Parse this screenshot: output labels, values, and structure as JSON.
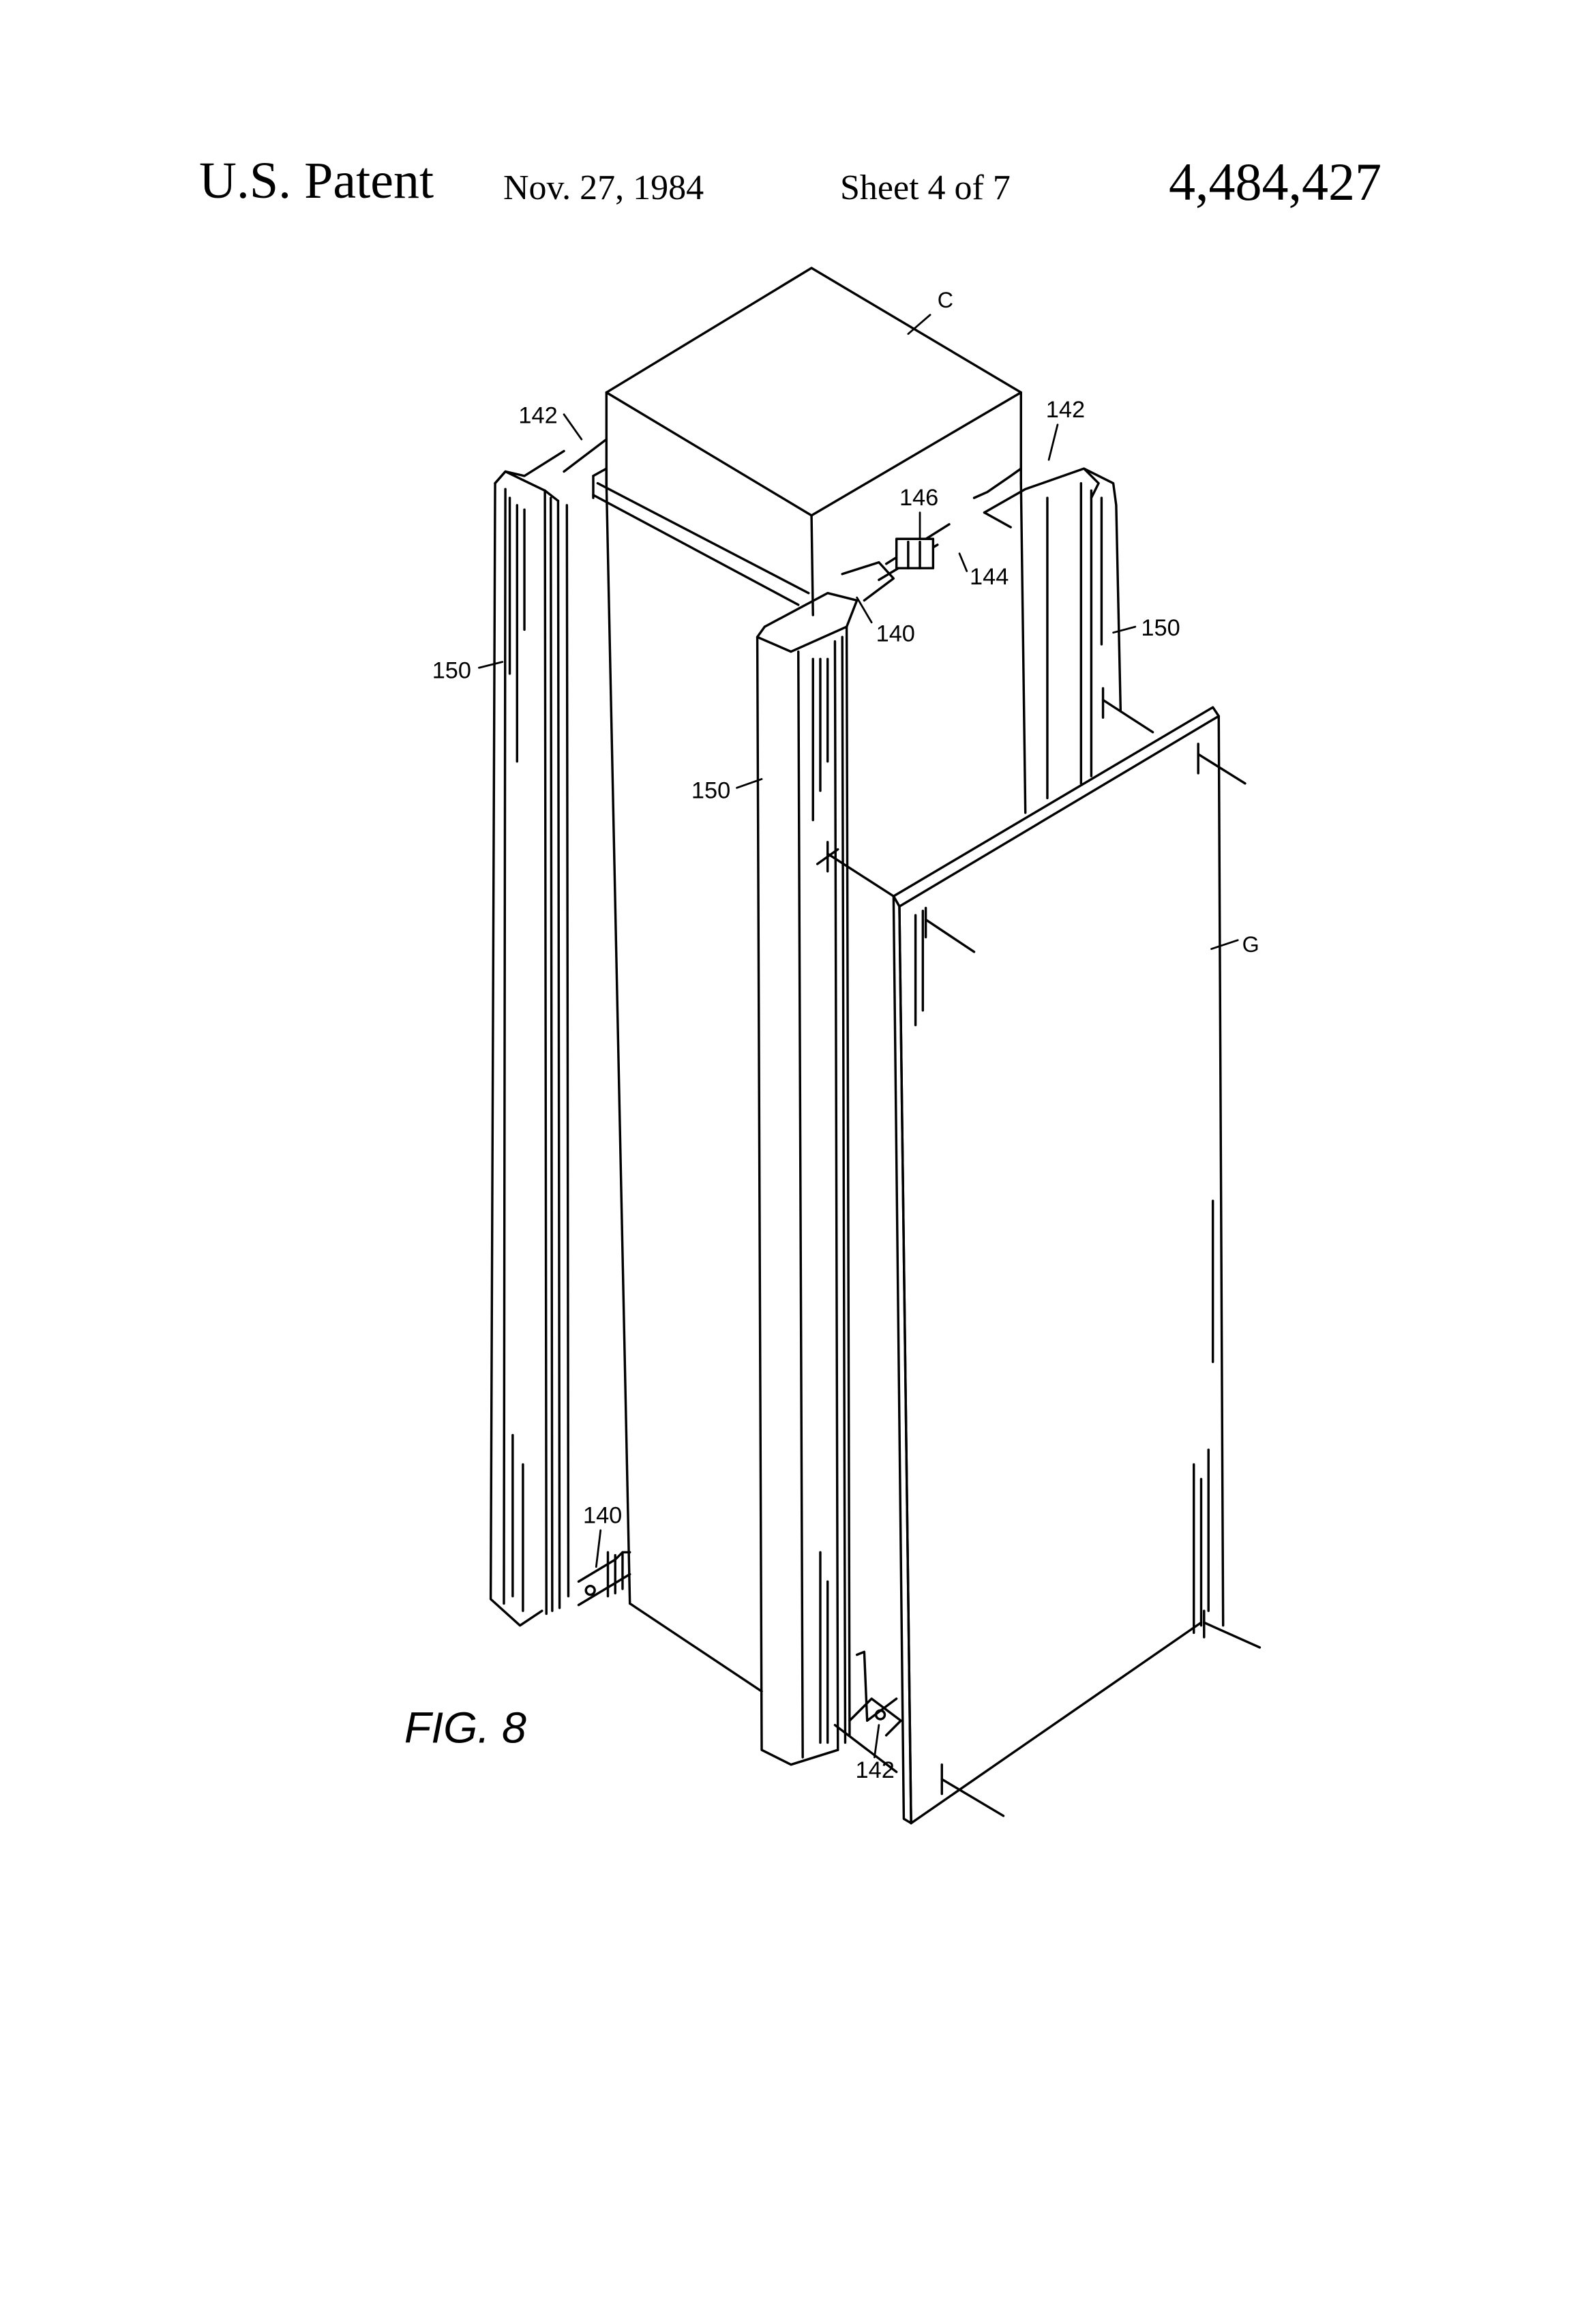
{
  "header": {
    "left": "U.S. Patent",
    "date": "Nov. 27, 1984",
    "sheet": "Sheet 4 of 7",
    "patent_number": "4,484,427"
  },
  "figure": {
    "caption": "FIG. 8",
    "labels": {
      "C": "C",
      "l142_left": "142",
      "l142_right": "142",
      "l146": "146",
      "l144": "144",
      "l140_top": "140",
      "l150_left": "150",
      "l150_right": "150",
      "l150_center": "150",
      "G": "G",
      "l140_bottom": "140",
      "l142_bottom": "142"
    }
  },
  "colors": {
    "ink": "#000000",
    "paper": "#ffffff"
  }
}
